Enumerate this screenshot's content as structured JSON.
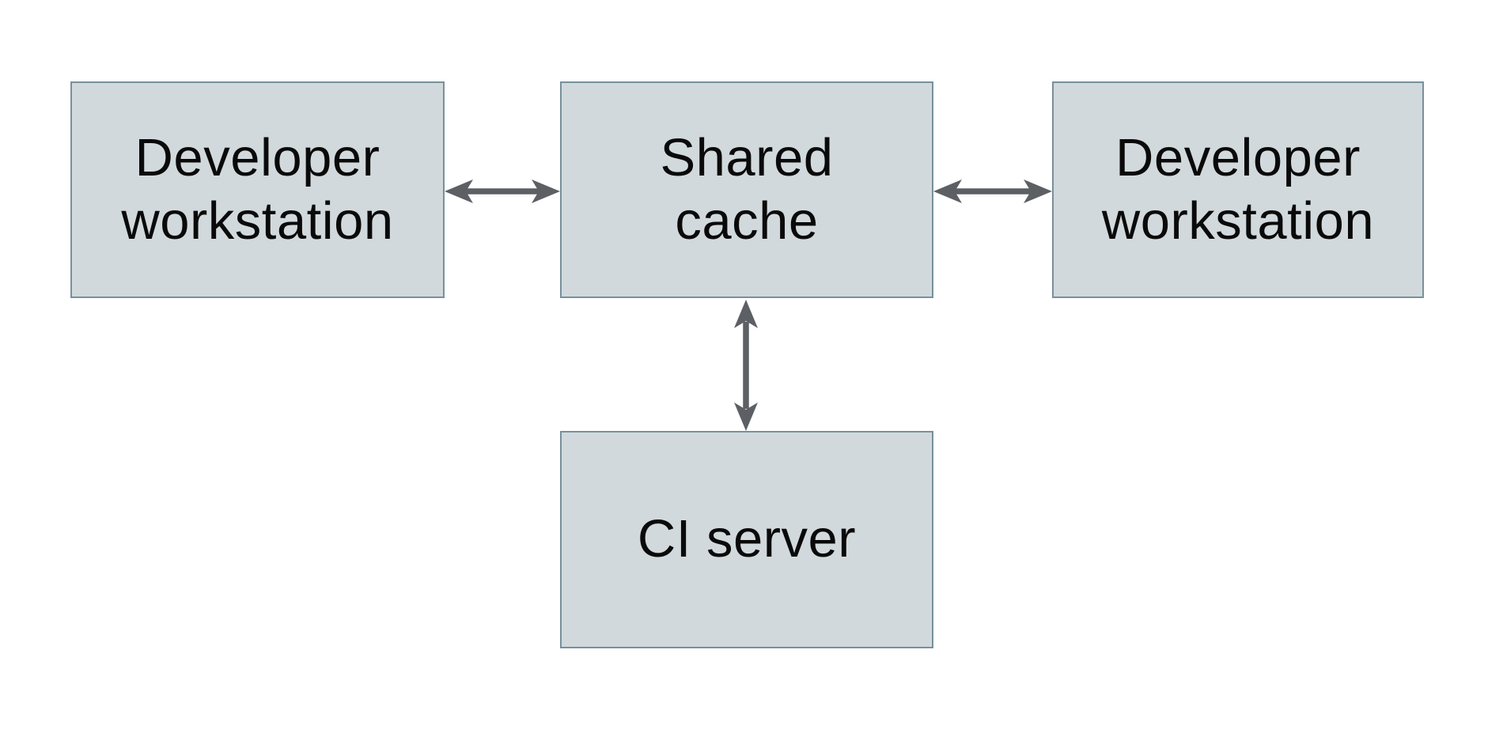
{
  "diagram": {
    "colors": {
      "background": "#ffffff",
      "node_fill": "#d2d9dc",
      "node_border": "#78909c",
      "arrow_color": "#5c6064",
      "text_color": "#0a0a0a"
    },
    "nodes": [
      {
        "id": "developer-workstation-left",
        "label": "Developer\nworkstation"
      },
      {
        "id": "shared-cache",
        "label": "Shared\ncache"
      },
      {
        "id": "developer-workstation-right",
        "label": "Developer\nworkstation"
      },
      {
        "id": "ci-server",
        "label": "CI server"
      }
    ],
    "edges": [
      {
        "from": "developer-workstation-left",
        "to": "shared-cache",
        "direction": "bidirectional",
        "orientation": "horizontal"
      },
      {
        "from": "shared-cache",
        "to": "developer-workstation-right",
        "direction": "bidirectional",
        "orientation": "horizontal"
      },
      {
        "from": "shared-cache",
        "to": "ci-server",
        "direction": "bidirectional",
        "orientation": "vertical"
      }
    ]
  }
}
